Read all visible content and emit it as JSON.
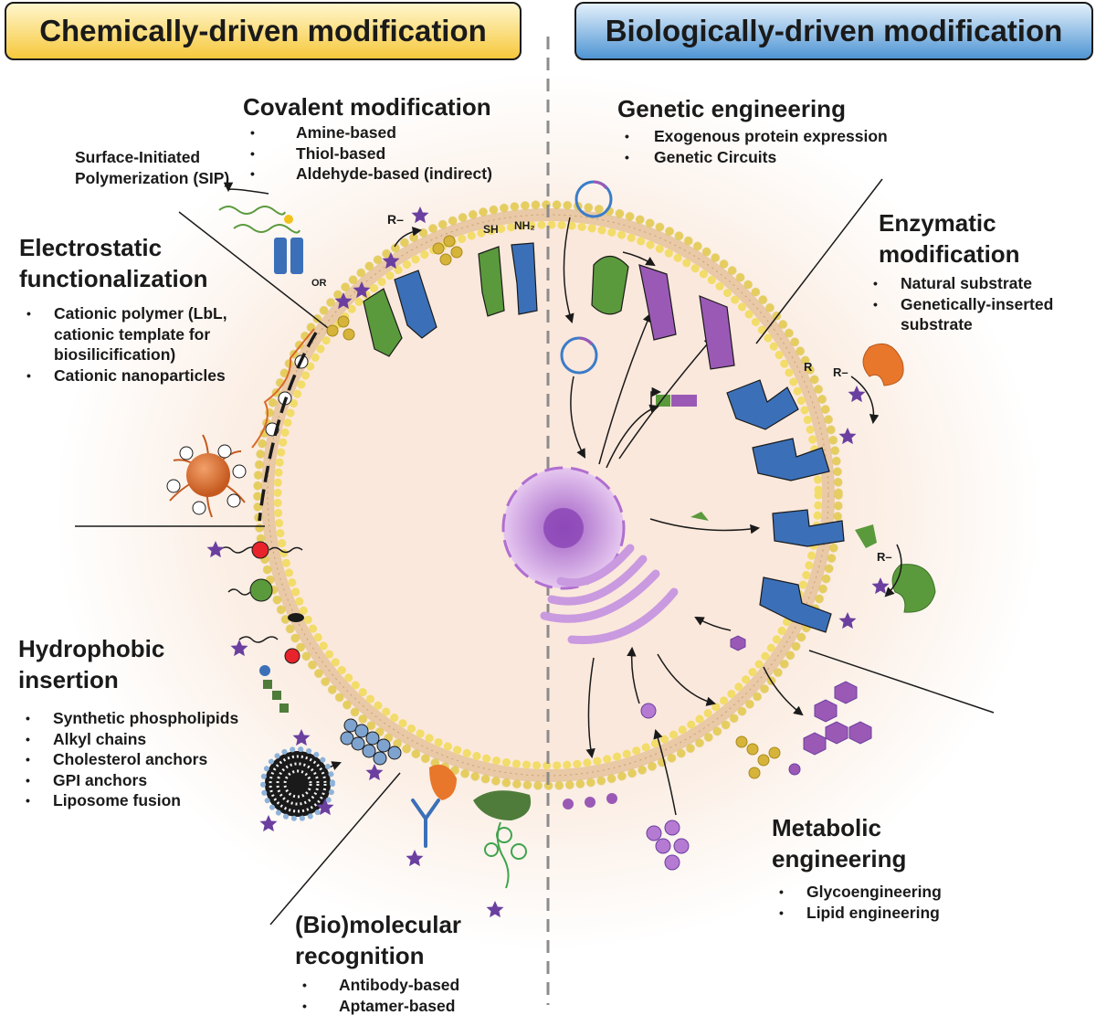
{
  "banners": {
    "left": "Chemically-driven modification",
    "right": "Biologically-driven modification"
  },
  "covalent": {
    "title": "Covalent modification",
    "items": [
      "Amine-based",
      "Thiol-based",
      "Aldehyde-based (indirect)"
    ]
  },
  "sip": {
    "line1": "Surface-Initiated",
    "line2": "Polymerization (SIP)"
  },
  "electrostatic": {
    "title_line1": "Electrostatic",
    "title_line2": "functionalization",
    "items": [
      "Cationic polymer (LbL, cationic template for biosilicification)",
      "Cationic nanoparticles"
    ]
  },
  "hydrophobic": {
    "title_line1": "Hydrophobic",
    "title_line2": "insertion",
    "items": [
      "Synthetic phospholipids",
      "Alkyl chains",
      "Cholesterol anchors",
      "GPI anchors",
      "Liposome fusion"
    ]
  },
  "recognition": {
    "title_line1": "(Bio)molecular",
    "title_line2": "recognition",
    "items": [
      "Antibody-based",
      "Aptamer-based"
    ]
  },
  "genetic": {
    "title": "Genetic engineering",
    "items": [
      "Exogenous protein expression",
      "Genetic Circuits"
    ]
  },
  "enzymatic": {
    "title_line1": "Enzymatic",
    "title_line2": "modification",
    "items": [
      "Natural substrate",
      "Genetically-inserted substrate"
    ]
  },
  "metabolic": {
    "title_line1": "Metabolic",
    "title_line2": "engineering",
    "items": [
      "Glycoengineering",
      "Lipid engineering"
    ]
  },
  "labels": {
    "or": "OR",
    "sh": "SH",
    "nh2": "NH₂",
    "r": "R",
    "r_dash": "R–",
    "plus": "+"
  },
  "colors": {
    "banner_left": "#f6c83c",
    "banner_right": "#4f95d4",
    "membrane": "#f2dc6a",
    "protein_blue": "#3b70b8",
    "protein_green": "#5a9a3c",
    "protein_purple": "#9b59b6",
    "star": "#6b3fa0",
    "enzyme_orange": "#e8762b",
    "nanoparticle": "#d9692a"
  }
}
